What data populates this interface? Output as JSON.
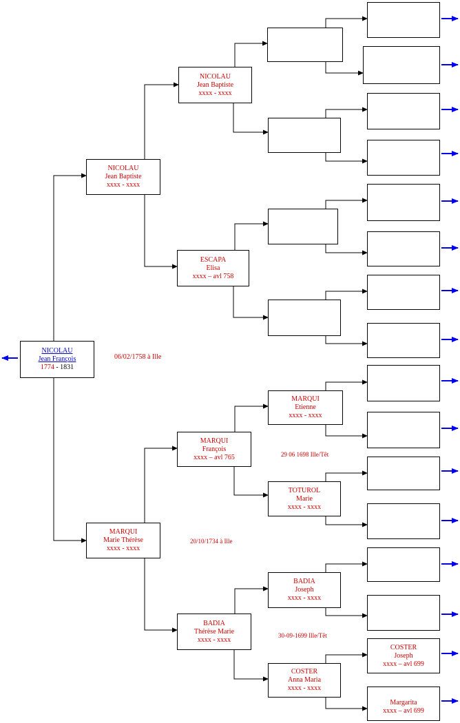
{
  "root": {
    "surname": "NICOLAU",
    "given": "Jean François",
    "born": "1774",
    "sep": " - ",
    "died": "1831"
  },
  "gen1": {
    "father": {
      "surname": "NICOLAU",
      "given": "Jean Baptiste",
      "dates": "xxxx - xxxx"
    },
    "mother": {
      "surname": "MARQUI",
      "given": "Marie Thérèse",
      "dates": "xxxx - xxxx"
    }
  },
  "gen2": {
    "ff": {
      "surname": "NICOLAU",
      "given": "Jean Baptiste",
      "dates": "xxxx - xxxx"
    },
    "fm": {
      "surname": "ESCAPA",
      "given": "Elisa",
      "dates": "xxxx – avl 758"
    },
    "mf": {
      "surname": "MARQUI",
      "given": "François",
      "dates": "xxxx – avl 765"
    },
    "mm": {
      "surname": "BADIA",
      "given": "Thérèse Marie",
      "dates": "xxxx - xxxx"
    }
  },
  "gen3": {
    "mff": {
      "surname": "MARQUI",
      "given": "Etienne",
      "dates": "xxxx - xxxx"
    },
    "mfm": {
      "surname": "TOTUROL",
      "given": "Marie",
      "dates": "xxxx - xxxx"
    },
    "mmf": {
      "surname": "BADIA",
      "given": "Joseph",
      "dates": "xxxx - xxxx"
    },
    "mmm": {
      "surname": "COSTER",
      "given": "Anna Maria",
      "dates": "xxxx - xxxx"
    }
  },
  "gen4": {
    "mmmf": {
      "surname": "COSTER",
      "given": "Joseph",
      "dates": "xxxx – avl 699"
    },
    "mmmm": {
      "given": "Margarita",
      "dates": "xxxx – avl 699"
    }
  },
  "marriages": {
    "parents": "06/02/1758 à Ille",
    "maternal": "20/10/1734 à Ille",
    "marqui": "29 06 1698 Ille/Têt",
    "badia": "30-09-1699 Ille/Têt"
  },
  "colors": {
    "name_red": "#cc0000",
    "link_blue": "#0000cc",
    "arrow_blue": "#0000ee"
  }
}
